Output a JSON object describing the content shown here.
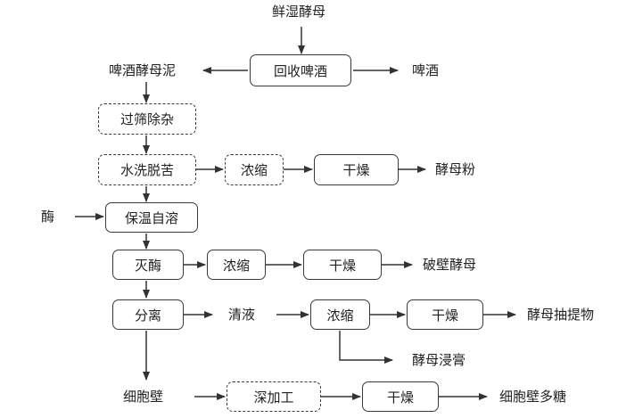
{
  "nodes": {
    "fresh_yeast": "鲜湿酵母",
    "recover_beer": "回收啤酒",
    "beer_yeast_mud": "啤酒酵母泥",
    "beer": "啤酒",
    "sieve_remove": "过筛除杂",
    "wash_debitter": "水洗脱苦",
    "concentrate": "浓缩",
    "dry": "干燥",
    "yeast_powder": "酵母粉",
    "enzyme": "酶",
    "autolysis": "保温自溶",
    "inactivate_enzyme": "灭酶",
    "broken_wall_yeast": "破壁酵母",
    "separation": "分离",
    "clear_liquid": "清液",
    "yeast_extract": "酵母抽提物",
    "yeast_paste": "酵母浸膏",
    "cell_wall": "细胞壁",
    "deep_processing": "深加工",
    "cell_wall_polysaccharide": "细胞壁多糖"
  }
}
